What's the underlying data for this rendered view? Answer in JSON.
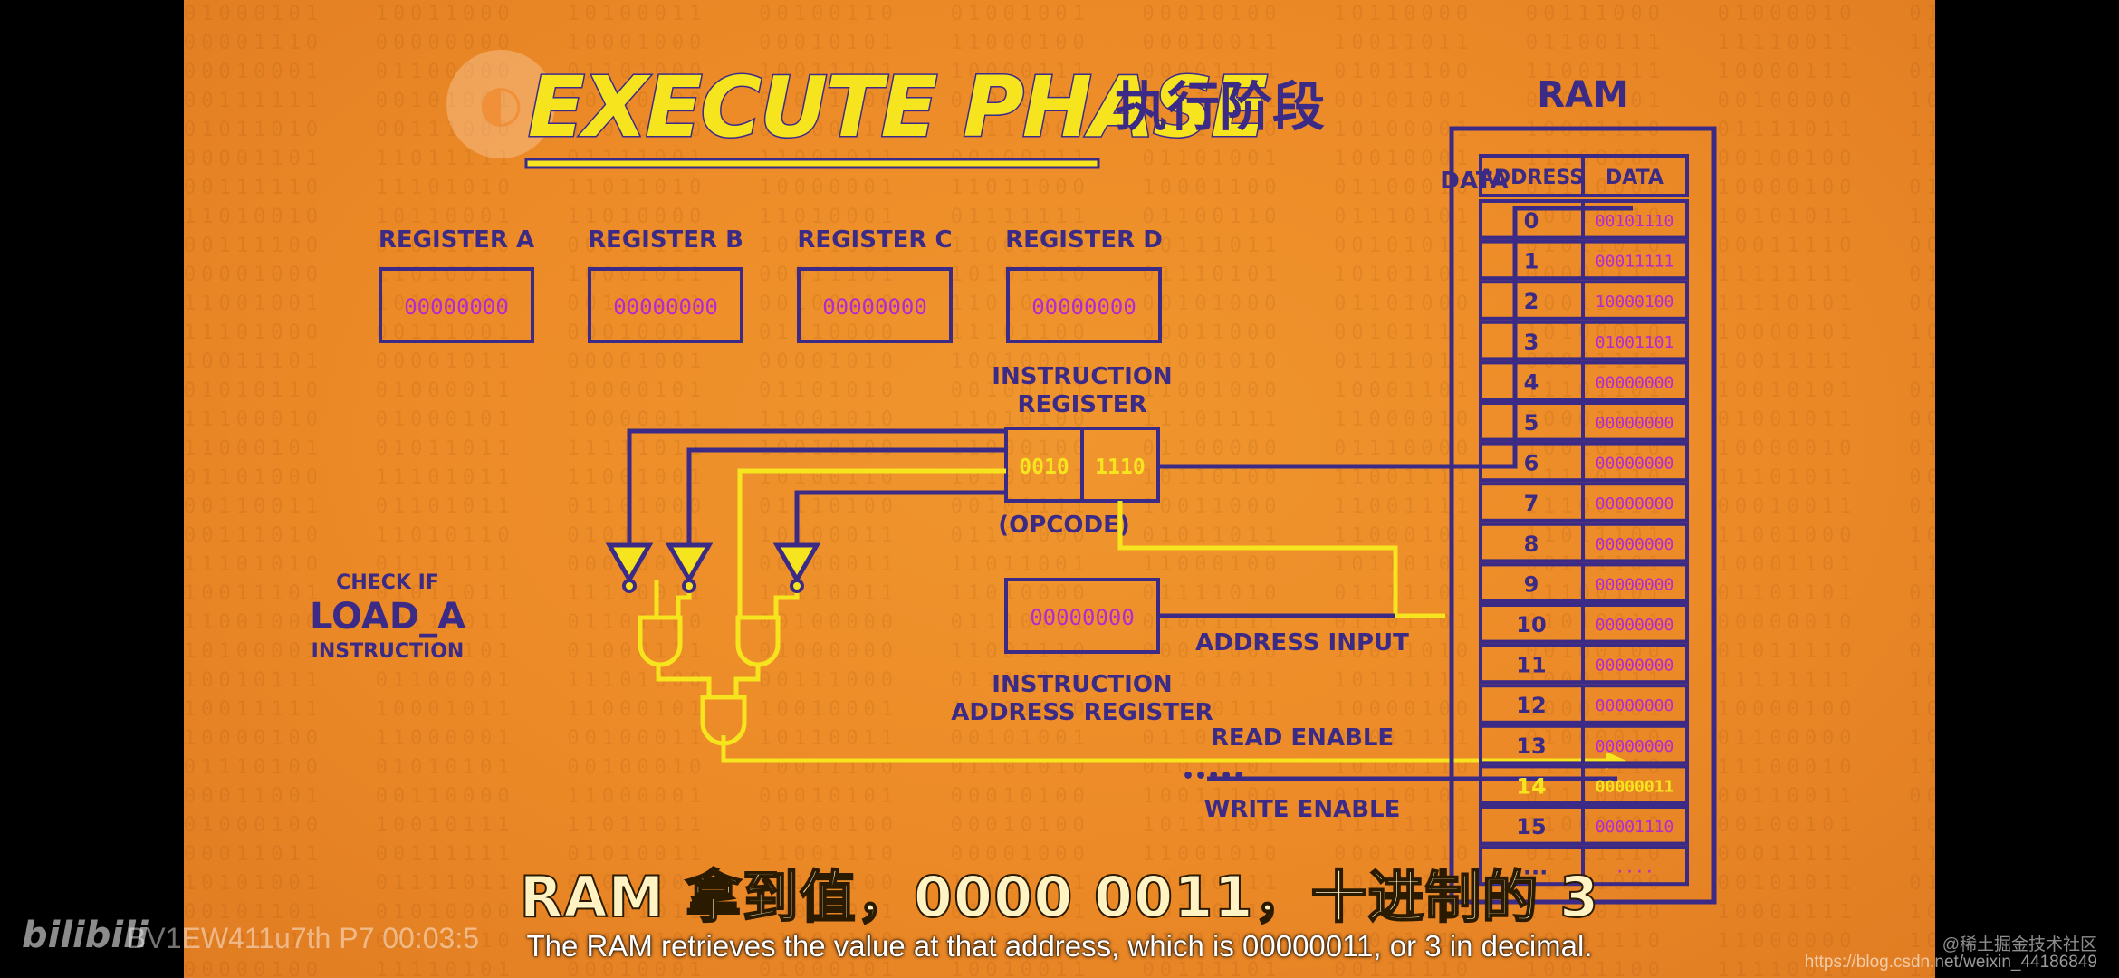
{
  "scene": {
    "title": "EXECUTE PHASE",
    "title_zh": "执行阶段",
    "logo": "pbs-logo-icon",
    "registers": [
      {
        "label": "REGISTER A",
        "value": "00000000"
      },
      {
        "label": "REGISTER B",
        "value": "00000000"
      },
      {
        "label": "REGISTER C",
        "value": "00000000"
      },
      {
        "label": "REGISTER D",
        "value": "00000000"
      }
    ],
    "instruction_register": {
      "label_line1": "INSTRUCTION",
      "label_line2": "REGISTER",
      "opcode": "0010",
      "address": "1110",
      "opcode_label": "(OPCODE)"
    },
    "instruction_address_register": {
      "value": "00000000",
      "label_line1": "INSTRUCTION",
      "label_line2": "ADDRESS REGISTER"
    },
    "check": {
      "line1": "CHECK IF",
      "line2": "LOAD_A",
      "line3": "INSTRUCTION"
    },
    "signals": {
      "data": "DATA",
      "address_input": "ADDRESS INPUT",
      "read_enable": "READ ENABLE",
      "write_enable": "WRITE ENABLE"
    },
    "ram": {
      "title": "RAM",
      "col_address": "ADDRESS",
      "col_data": "DATA",
      "rows": [
        {
          "address": "0",
          "data": "00101110"
        },
        {
          "address": "1",
          "data": "00011111"
        },
        {
          "address": "2",
          "data": "10000100"
        },
        {
          "address": "3",
          "data": "01001101"
        },
        {
          "address": "4",
          "data": "00000000"
        },
        {
          "address": "5",
          "data": "00000000"
        },
        {
          "address": "6",
          "data": "00000000"
        },
        {
          "address": "7",
          "data": "00000000"
        },
        {
          "address": "8",
          "data": "00000000"
        },
        {
          "address": "9",
          "data": "00000000"
        },
        {
          "address": "10",
          "data": "00000000"
        },
        {
          "address": "11",
          "data": "00000000"
        },
        {
          "address": "12",
          "data": "00000000"
        },
        {
          "address": "13",
          "data": "00000000"
        },
        {
          "address": "14",
          "data": "00000011"
        },
        {
          "address": "15",
          "data": "00001110"
        },
        {
          "address": "....",
          "data": "...."
        }
      ],
      "highlight_row": 14
    }
  },
  "subtitles": {
    "zh": "RAM 拿到值，0000 0011，十进制的 3",
    "en": "The RAM retrieves the value at that address, which is 00000011, or 3 in decimal."
  },
  "overlay": {
    "platform_logo": "bilibili",
    "video_info": "BV1EW411u7th P7 00:03:5",
    "watermark_1": "@稀土掘金技术社区",
    "watermark_2": "https://blog.csdn.net/weixin_44186849"
  },
  "colors": {
    "background": "#ec8a27",
    "ink": "#3b2a86",
    "wire_yellow": "#f5e41e",
    "bits": "#b42ad0"
  }
}
